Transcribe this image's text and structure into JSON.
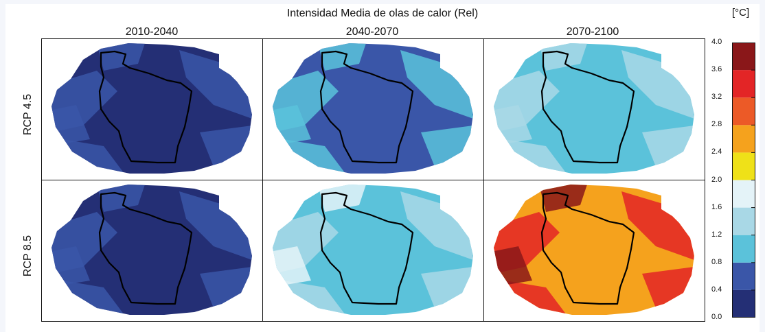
{
  "chart_data": {
    "type": "heatmap",
    "title": "Intensidad Media de olas de calor (Rel)",
    "unit": "[°C]",
    "columns": [
      "2010-2040",
      "2040-2070",
      "2070-2100"
    ],
    "rows": [
      "RCP 4.5",
      "RCP 8.5"
    ],
    "colorbar": {
      "ticks": [
        "4.0",
        "3.6",
        "3.2",
        "2.8",
        "2.4",
        "2.0",
        "1.6",
        "1.2",
        "0.8",
        "0.4",
        "0.0"
      ],
      "range": [
        0.0,
        4.0
      ],
      "bins": [
        {
          "from": 0.0,
          "to": 0.4,
          "color": "#242f75"
        },
        {
          "from": 0.4,
          "to": 0.8,
          "color": "#3a56a8"
        },
        {
          "from": 0.8,
          "to": 1.2,
          "color": "#5bc2da"
        },
        {
          "from": 1.2,
          "to": 1.6,
          "color": "#a9d8e6"
        },
        {
          "from": 1.6,
          "to": 2.0,
          "color": "#e4f3f8"
        },
        {
          "from": 2.0,
          "to": 2.4,
          "color": "#efe118"
        },
        {
          "from": 2.4,
          "to": 2.8,
          "color": "#f5a21d"
        },
        {
          "from": 2.8,
          "to": 3.2,
          "color": "#ec5a27"
        },
        {
          "from": 3.2,
          "to": 3.6,
          "color": "#e32526"
        },
        {
          "from": 3.6,
          "to": 4.0,
          "color": "#8a1719"
        }
      ]
    },
    "panels": [
      {
        "row": "RCP 4.5",
        "column": "2010-2040",
        "dominant_range": [
          0.0,
          0.4
        ],
        "secondary_range": [
          0.4,
          0.8
        ]
      },
      {
        "row": "RCP 4.5",
        "column": "2040-2070",
        "dominant_range": [
          0.4,
          0.8
        ],
        "secondary_range": [
          0.8,
          1.2
        ]
      },
      {
        "row": "RCP 4.5",
        "column": "2070-2100",
        "dominant_range": [
          0.8,
          1.2
        ],
        "secondary_range": [
          1.2,
          1.6
        ]
      },
      {
        "row": "RCP 8.5",
        "column": "2010-2040",
        "dominant_range": [
          0.0,
          0.4
        ],
        "secondary_range": [
          0.4,
          0.8
        ]
      },
      {
        "row": "RCP 8.5",
        "column": "2040-2070",
        "dominant_range": [
          0.8,
          1.2
        ],
        "secondary_range": [
          1.2,
          2.0
        ]
      },
      {
        "row": "RCP 8.5",
        "column": "2070-2100",
        "dominant_range": [
          2.0,
          2.8
        ],
        "secondary_range": [
          3.2,
          4.0
        ]
      }
    ]
  }
}
